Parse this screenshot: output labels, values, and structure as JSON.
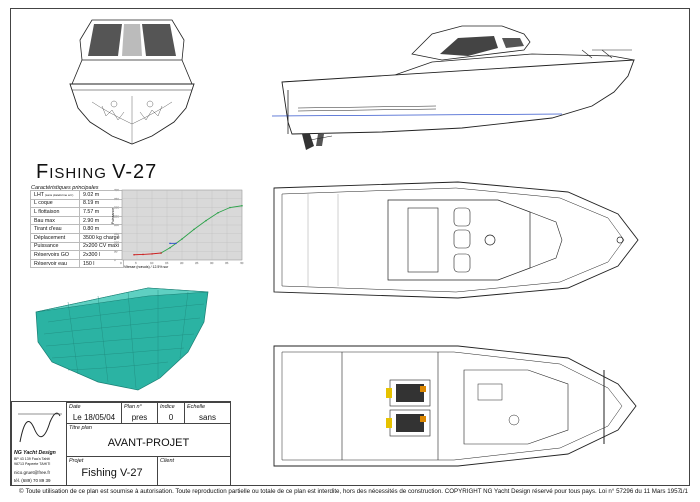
{
  "header": {
    "title_main": "Fishing V-27"
  },
  "specs": {
    "heading": "Caractéristiques principales",
    "rows": [
      {
        "label": "LHT",
        "label_note": "(sans plateforme arr.)",
        "value": "9.02 m"
      },
      {
        "label": "L coque",
        "label_note": "",
        "value": "8.19 m"
      },
      {
        "label": "L flottaison",
        "label_note": "",
        "value": "7.57 m"
      },
      {
        "label": "Bau max",
        "label_note": "",
        "value": "2.90 m"
      },
      {
        "label": "Tirant d'eau",
        "label_note": "",
        "value": "0.80 m"
      },
      {
        "label": "Déplacement",
        "label_note": "",
        "value": "3500 kg chargé"
      },
      {
        "label": "Puissance",
        "label_note": "",
        "value": "2x200 CV maxi"
      },
      {
        "label": "Réservoirs GO",
        "label_note": "",
        "value": "2x300 l"
      },
      {
        "label": "Réservoir eau",
        "label_note": "",
        "value": "150 l"
      }
    ]
  },
  "chart_data": {
    "type": "line",
    "title": "",
    "xlabel": "Vitesse (nœuds) / 12.5% sur",
    "ylabel": "Puissance",
    "xlim": [
      0,
      40
    ],
    "ylim": [
      0,
      400
    ],
    "series": [
      {
        "name": "",
        "color": "#2ca24a",
        "x": [
          13,
          16,
          20,
          24,
          28,
          32,
          36,
          40
        ],
        "y": [
          40,
          70,
          120,
          175,
          225,
          270,
          300,
          310
        ]
      },
      {
        "name": "",
        "color": "#cc2222",
        "x": [
          4,
          7,
          10,
          13
        ],
        "y": [
          30,
          32,
          35,
          40
        ]
      },
      {
        "name": "",
        "color": "#3355cc",
        "x": [
          16,
          18
        ],
        "y": [
          95,
          95
        ]
      }
    ]
  },
  "title_block": {
    "designer": "NG Yacht Design",
    "address_lines": [
      "BP 43 139 Faa'a Tahiti",
      "98713 Papeete TAHITI"
    ],
    "email": "nico.gruet@free.fr",
    "tel": "tél. (689) 70 89 39",
    "date_label": "Date",
    "date_value": "Le 18/05/04",
    "plan_label": "Plan n°",
    "plan_value": "pres",
    "indice_label": "Indice",
    "indice_value": "0",
    "echelle_label": "Echelle",
    "echelle_value": "sans",
    "titre_label": "Titre plan",
    "titre_value": "AVANT-PROJET",
    "projet_label": "Projet",
    "projet_value": "Fishing V-27",
    "client_label": "Client",
    "client_value": ""
  },
  "footer": {
    "copyright_symbol": "©",
    "text": "Toute utilisation de ce plan est soumise à autorisation. Toute reproduction partielle ou totale de ce plan est interdite, hors des nécessités de construction. COPYRIGHT NG Yacht Design réservé pour tous pays. Loi n° 57296 du 11 Mars 1957",
    "page": "1/1"
  },
  "colors": {
    "hull_teal": "#2bb3a3",
    "line": "#222222",
    "waterline": "#3355cc"
  }
}
